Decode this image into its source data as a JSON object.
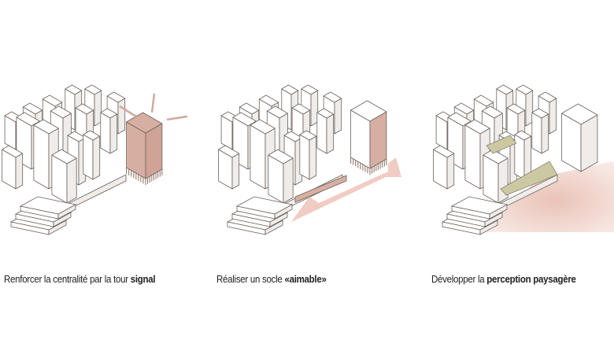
{
  "panels": [
    {
      "caption_plain": "Renforcer la centralité par la tour ",
      "caption_bold": "signal",
      "caption_tail": ""
    },
    {
      "caption_plain": "Réaliser un socle ",
      "caption_bold": "«aimable»",
      "caption_tail": ""
    },
    {
      "caption_plain": "Développer la ",
      "caption_bold": "perception paysagère",
      "caption_tail": ""
    }
  ],
  "colors": {
    "line": "#6b625c",
    "building": "#ffffff",
    "building_shade": "#efecea",
    "accent_pink": "#d7afa2",
    "landscape_pink": "#ecc9bf",
    "plaza_olive": "#cbc8a2"
  }
}
